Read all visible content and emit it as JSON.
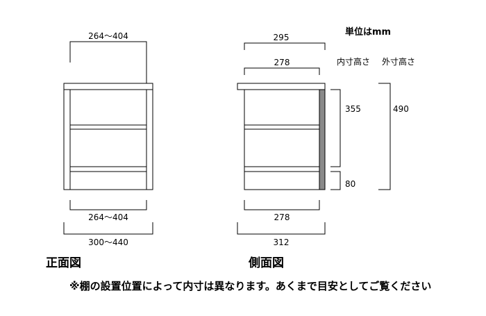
{
  "front": {
    "title": "正面図",
    "top_width": "264～404",
    "inner_width": "264～404",
    "outer_width": "300～440"
  },
  "side": {
    "title": "側面図",
    "top_depth": "295",
    "mid_depth": "278",
    "inner_depth": "278",
    "outer_depth": "312"
  },
  "units": {
    "label": "単位はmm",
    "inner_height_header": "内寸高さ",
    "outer_height_header": "外寸高さ",
    "inner_height": "355",
    "base_height": "80",
    "outer_height": "490"
  },
  "note": "※棚の設置位置によって内寸は異なります。あくまで目安としてご覧ください",
  "colors": {
    "line": "#000000",
    "back_panel": "#8a8a8a"
  }
}
